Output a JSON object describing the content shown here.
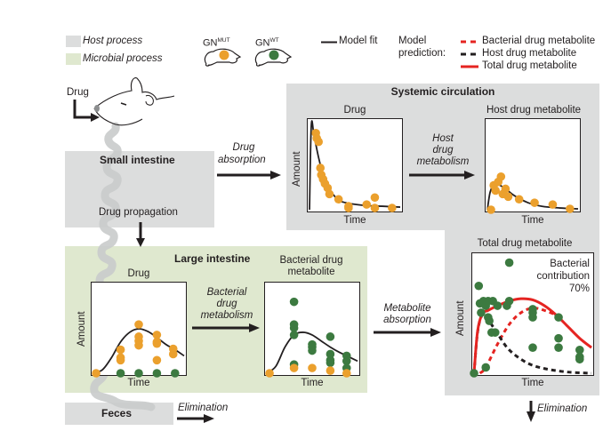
{
  "legend": {
    "host_process": "Host process",
    "microbial_process": "Microbial process",
    "gn_mut": "GN",
    "gn_mut_sup": "MUT",
    "gn_wt": "GN",
    "gn_wt_sup": "WT",
    "model_fit": "Model fit",
    "model_prediction": "Model prediction:",
    "model_prediction_l1": "Model",
    "model_prediction_l2": "prediction:",
    "bacterial_metabolite": "Bacterial drug metabolite",
    "host_metabolite": "Host drug metabolite",
    "total_metabolite": "Total drug metabolite"
  },
  "colors": {
    "host_process": "#dcdddd",
    "microbial_process": "#dfe8cf",
    "gn_mut": "#eba02d",
    "gn_wt": "#3c7a40",
    "model_fit": "#231f20",
    "bacterial_prediction": "#e52421",
    "host_prediction": "#231f20",
    "total_prediction": "#e52421"
  },
  "flow": {
    "drug_input": "Drug",
    "small_intestine": "Small intestine",
    "drug_propagation": "Drug propagation",
    "drug_absorption_l1": "Drug",
    "drug_absorption_l2": "absorption",
    "systemic_circulation": "Systemic circulation",
    "host_metabolism_l1": "Host",
    "host_metabolism_l2": "drug",
    "host_metabolism_l3": "metabolism",
    "large_intestine": "Large intestine",
    "bacterial_metabolism_l1": "Bacterial",
    "bacterial_metabolism_l2": "drug",
    "bacterial_metabolism_l3": "metabolism",
    "metabolite_absorption_l1": "Metabolite",
    "metabolite_absorption_l2": "absorption",
    "feces": "Feces",
    "elimination_feces": "Elimination",
    "elimination_systemic": "Elimination"
  },
  "chart_data": [
    {
      "id": "systemic-drug",
      "type": "scatter",
      "title": "Drug",
      "xlabel": "Time",
      "ylabel": "Amount",
      "series": [
        {
          "name": "GN MUT",
          "kind": "points",
          "x": [
            0.07,
            0.08,
            0.1,
            0.12,
            0.13,
            0.15,
            0.17,
            0.2,
            0.22,
            0.32,
            0.43,
            0.43,
            0.63,
            0.72,
            0.72,
            0.91
          ],
          "y": [
            0.88,
            0.82,
            0.78,
            0.48,
            0.4,
            0.35,
            0.3,
            0.25,
            0.18,
            0.12,
            0.04,
            0.02,
            0.06,
            0.02,
            0.14,
            0.02
          ]
        },
        {
          "name": "Model fit",
          "kind": "line",
          "x": [
            0,
            0.02,
            0.05,
            0.1,
            0.15,
            0.2,
            0.3,
            0.4,
            0.6,
            0.8,
            1.0
          ],
          "y": [
            0.0,
            0.97,
            0.85,
            0.6,
            0.4,
            0.27,
            0.13,
            0.08,
            0.05,
            0.04,
            0.03
          ]
        }
      ]
    },
    {
      "id": "host-drug-metabolite",
      "type": "scatter",
      "title": "Host drug metabolite",
      "xlabel": "Time",
      "ylabel": "Amount",
      "series": [
        {
          "name": "GN MUT",
          "kind": "points",
          "x": [
            0.04,
            0.07,
            0.09,
            0.12,
            0.15,
            0.17,
            0.2,
            0.23,
            0.35,
            0.52,
            0.72,
            0.91
          ],
          "y": [
            0.0,
            0.28,
            0.22,
            0.32,
            0.38,
            0.18,
            0.24,
            0.15,
            0.12,
            0.08,
            0.06,
            0.01
          ]
        },
        {
          "name": "Model fit",
          "kind": "line",
          "x": [
            0,
            0.03,
            0.07,
            0.12,
            0.2,
            0.3,
            0.45,
            0.6,
            0.8,
            1.0
          ],
          "y": [
            0.0,
            0.2,
            0.28,
            0.29,
            0.24,
            0.16,
            0.08,
            0.04,
            0.02,
            0.01
          ]
        }
      ]
    },
    {
      "id": "large-intestine-drug",
      "type": "scatter",
      "title": "Drug",
      "xlabel": "Time",
      "ylabel": "Amount",
      "series": [
        {
          "name": "GN MUT",
          "kind": "points",
          "x": [
            0.03,
            0.3,
            0.3,
            0.3,
            0.5,
            0.5,
            0.5,
            0.5,
            0.7,
            0.7,
            0.7,
            0.7,
            0.88,
            0.88
          ],
          "y": [
            0.0,
            0.27,
            0.18,
            0.15,
            0.56,
            0.42,
            0.37,
            0.32,
            0.44,
            0.36,
            0.34,
            0.15,
            0.28,
            0.22
          ]
        },
        {
          "name": "GN WT",
          "kind": "points",
          "x": [
            0.3,
            0.5,
            0.7,
            0.9
          ],
          "y": [
            0.0,
            0.0,
            0.0,
            0.0
          ]
        },
        {
          "name": "Model fit",
          "kind": "line",
          "x": [
            0,
            0.1,
            0.2,
            0.3,
            0.4,
            0.5,
            0.6,
            0.7,
            0.8,
            0.9,
            1.0
          ],
          "y": [
            0.0,
            0.04,
            0.18,
            0.36,
            0.47,
            0.51,
            0.48,
            0.41,
            0.33,
            0.27,
            0.2
          ]
        }
      ]
    },
    {
      "id": "bacterial-drug-metabolite",
      "type": "scatter",
      "title": "Bacterial drug metabolite",
      "xlabel": "Time",
      "ylabel": "",
      "series": [
        {
          "name": "GN WT",
          "kind": "points",
          "x": [
            0.3,
            0.3,
            0.3,
            0.3,
            0.3,
            0.5,
            0.5,
            0.5,
            0.7,
            0.7,
            0.7,
            0.7,
            0.88,
            0.88,
            0.88
          ],
          "y": [
            0.82,
            0.56,
            0.52,
            0.44,
            0.1,
            0.33,
            0.3,
            0.26,
            0.42,
            0.22,
            0.15,
            0.12,
            0.2,
            0.14,
            0.06
          ]
        },
        {
          "name": "GN MUT",
          "kind": "points",
          "x": [
            0.03,
            0.3,
            0.5,
            0.7,
            0.88
          ],
          "y": [
            0.0,
            0.06,
            0.06,
            0.03,
            0.0
          ]
        },
        {
          "name": "Model fit",
          "kind": "line",
          "x": [
            0,
            0.1,
            0.2,
            0.3,
            0.4,
            0.5,
            0.6,
            0.7,
            0.8,
            0.9,
            1.0
          ],
          "y": [
            0.0,
            0.08,
            0.3,
            0.44,
            0.47,
            0.44,
            0.37,
            0.3,
            0.24,
            0.19,
            0.14
          ]
        }
      ]
    },
    {
      "id": "total-drug-metabolite",
      "type": "scatter",
      "title": "Total drug metabolite",
      "xlabel": "Time",
      "ylabel": "Amount",
      "annotation": "Bacterial contribution 70%",
      "annotation_l1": "Bacterial",
      "annotation_l2": "contribution",
      "annotation_l3": "70%",
      "series": [
        {
          "name": "GN WT",
          "kind": "points",
          "x": [
            0.0,
            0.04,
            0.05,
            0.06,
            0.08,
            0.1,
            0.1,
            0.12,
            0.12,
            0.13,
            0.15,
            0.16,
            0.18,
            0.2,
            0.28,
            0.3,
            0.3,
            0.5,
            0.5,
            0.5,
            0.5,
            0.72,
            0.72,
            0.72,
            0.9,
            0.9,
            0.9
          ],
          "y": [
            0.0,
            0.75,
            0.6,
            0.52,
            0.62,
            0.58,
            0.05,
            0.62,
            0.48,
            0.45,
            0.35,
            0.62,
            0.35,
            0.58,
            0.58,
            0.95,
            0.62,
            0.55,
            0.52,
            0.48,
            0.22,
            0.48,
            0.3,
            0.22,
            0.2,
            0.14,
            0.12
          ]
        },
        {
          "name": "Bacterial drug metabolite (prediction)",
          "kind": "dashed-red",
          "x": [
            0.05,
            0.1,
            0.2,
            0.3,
            0.4,
            0.5,
            0.6,
            0.7
          ],
          "y": [
            0.0,
            0.05,
            0.25,
            0.42,
            0.52,
            0.56,
            0.54,
            0.5
          ]
        },
        {
          "name": "Host drug metabolite (prediction)",
          "kind": "dashed-black",
          "x": [
            0,
            0.03,
            0.07,
            0.12,
            0.2,
            0.3,
            0.45,
            0.6,
            0.8,
            1.0
          ],
          "y": [
            0.0,
            0.35,
            0.5,
            0.46,
            0.34,
            0.2,
            0.09,
            0.04,
            0.01,
            0.0
          ]
        },
        {
          "name": "Total drug metabolite (prediction)",
          "kind": "solid-red",
          "x": [
            0,
            0.03,
            0.07,
            0.12,
            0.2,
            0.3,
            0.4,
            0.5,
            0.6,
            0.7,
            0.8,
            0.9,
            1.0
          ],
          "y": [
            0.0,
            0.36,
            0.51,
            0.54,
            0.58,
            0.62,
            0.64,
            0.63,
            0.58,
            0.5,
            0.4,
            0.3,
            0.22
          ]
        }
      ]
    }
  ]
}
